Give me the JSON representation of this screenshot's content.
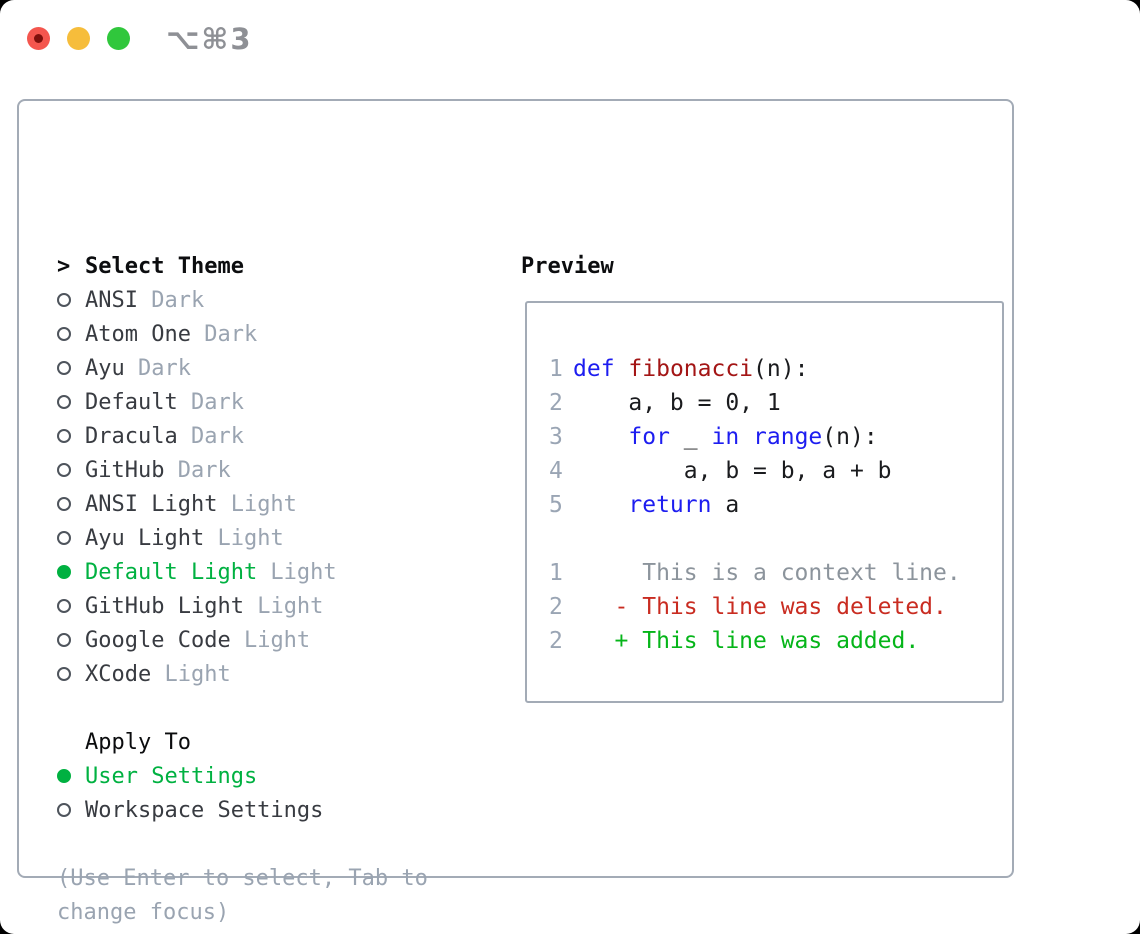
{
  "window": {
    "title": "⌥⌘3"
  },
  "colors": {
    "green": "#00b141",
    "kw": "#1d1df0",
    "fn": "#a31515",
    "del": "#c92c21",
    "add": "#05b519",
    "ctx": "#8c949c",
    "ln": "#9aa5b4",
    "muted": "#9aa4b1",
    "dark": "#383b41",
    "border": "#a3abb6"
  },
  "theme_picker": {
    "prompt": ">",
    "title": "Select Theme",
    "items": [
      {
        "name": "ANSI",
        "variant": "Dark",
        "selected": false
      },
      {
        "name": "Atom One",
        "variant": "Dark",
        "selected": false
      },
      {
        "name": "Ayu",
        "variant": "Dark",
        "selected": false
      },
      {
        "name": "Default",
        "variant": "Dark",
        "selected": false
      },
      {
        "name": "Dracula",
        "variant": "Dark",
        "selected": false
      },
      {
        "name": "GitHub",
        "variant": "Dark",
        "selected": false
      },
      {
        "name": "ANSI Light",
        "variant": "Light",
        "selected": false
      },
      {
        "name": "Ayu Light",
        "variant": "Light",
        "selected": false
      },
      {
        "name": "Default Light",
        "variant": "Light",
        "selected": true
      },
      {
        "name": "GitHub Light",
        "variant": "Light",
        "selected": false
      },
      {
        "name": "Google Code",
        "variant": "Light",
        "selected": false
      },
      {
        "name": "XCode",
        "variant": "Light",
        "selected": false
      }
    ]
  },
  "apply_to": {
    "title": "Apply To",
    "options": [
      {
        "label": "User Settings",
        "selected": true
      },
      {
        "label": "Workspace Settings",
        "selected": false
      }
    ]
  },
  "hint": {
    "line1": "(Use Enter to select, Tab to",
    "line2": "change focus)"
  },
  "preview": {
    "title": "Preview",
    "lines": [
      {
        "num": "1",
        "segments": [
          {
            "t": "def",
            "c": "kw"
          },
          {
            "t": " ",
            "c": "pl"
          },
          {
            "t": "fibonacci",
            "c": "fn"
          },
          {
            "t": "(n):",
            "c": "pl"
          }
        ]
      },
      {
        "num": "2",
        "segments": [
          {
            "t": "    a, b = 0, 1",
            "c": "pl"
          }
        ]
      },
      {
        "num": "3",
        "segments": [
          {
            "t": "    ",
            "c": "pl"
          },
          {
            "t": "for",
            "c": "kw"
          },
          {
            "t": " _ ",
            "c": "pl"
          },
          {
            "t": "in",
            "c": "kw"
          },
          {
            "t": " ",
            "c": "pl"
          },
          {
            "t": "range",
            "c": "kw"
          },
          {
            "t": "(n):",
            "c": "pl"
          }
        ]
      },
      {
        "num": "4",
        "segments": [
          {
            "t": "        a, b = b, a + b",
            "c": "pl"
          }
        ]
      },
      {
        "num": "5",
        "segments": [
          {
            "t": "    ",
            "c": "pl"
          },
          {
            "t": "return",
            "c": "kw"
          },
          {
            "t": " a",
            "c": "pl"
          }
        ]
      },
      {
        "num": "",
        "segments": []
      },
      {
        "num": "1",
        "segments": [
          {
            "t": "     This is a context line.",
            "c": "ctx"
          }
        ]
      },
      {
        "num": "2",
        "segments": [
          {
            "t": "   - This line was deleted.",
            "c": "del"
          }
        ]
      },
      {
        "num": "2",
        "segments": [
          {
            "t": "   + This line was added.",
            "c": "add"
          }
        ]
      }
    ]
  }
}
